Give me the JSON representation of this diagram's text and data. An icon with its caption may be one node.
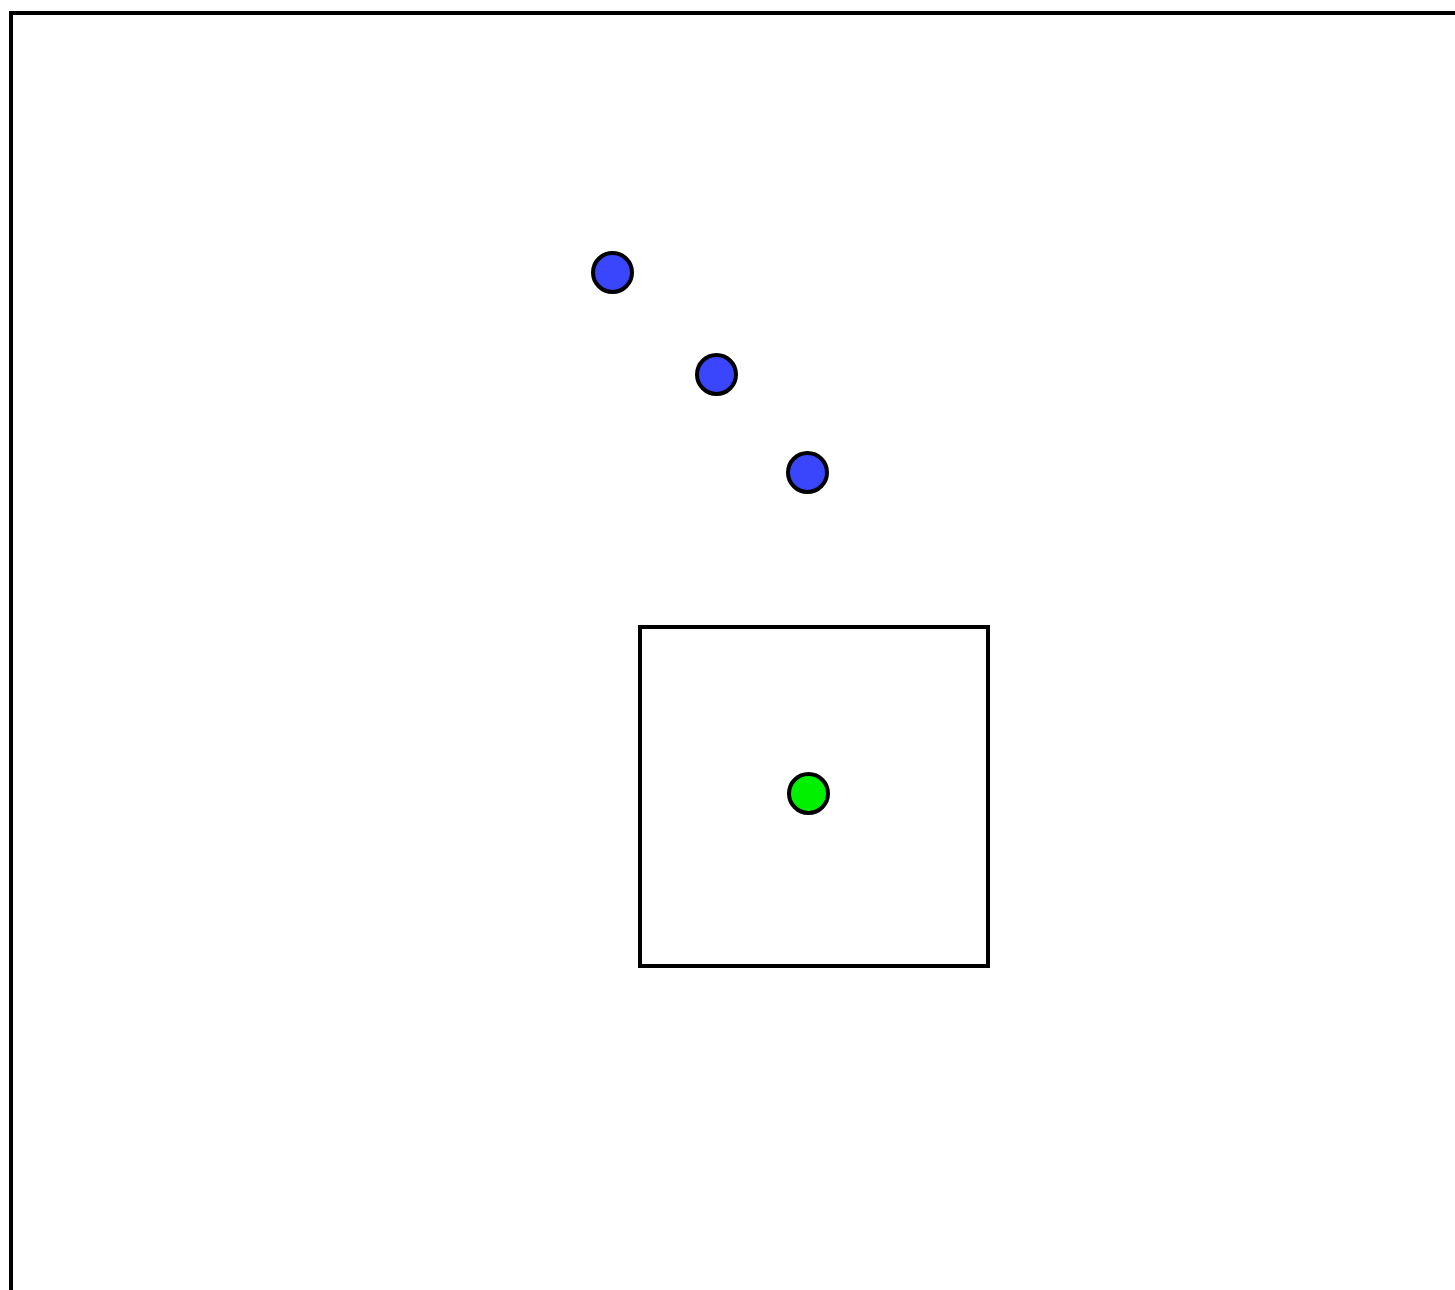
{
  "diagram": {
    "nodes": [
      {
        "text": [],
        "shape": "circle"
      },
      {
        "text": [],
        "shape": "circle"
      },
      {
        "text": [],
        "shape": "circle"
      },
      {
        "text": [],
        "shape": "box"
      },
      {
        "text": [],
        "shape": "circle",
        "in": 3
      }
    ]
  }
}
